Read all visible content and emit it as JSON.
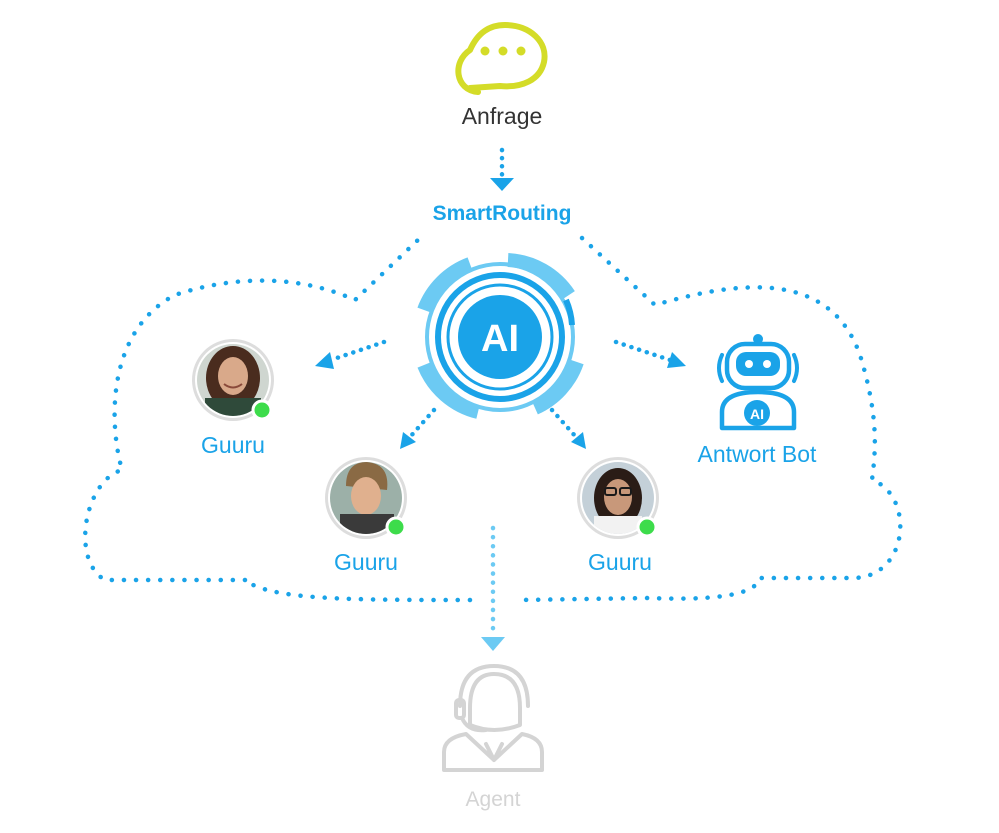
{
  "colors": {
    "primary": "#1aa3e8",
    "light_blue": "#6ccaf3",
    "request_yellow": "#d4dc28",
    "online_green": "#3ddc4b",
    "agent_gray": "#d4d4d4",
    "text_dark": "#333333"
  },
  "request": {
    "label": "Anfrage",
    "icon": "speech-bubble-icon"
  },
  "router": {
    "label": "SmartRouting",
    "badge": "AI",
    "icon": "ai-hub-icon"
  },
  "guurus": [
    {
      "label": "Guuru",
      "status": "online",
      "icon": "woman-curly-hair-avatar"
    },
    {
      "label": "Guuru",
      "status": "online",
      "icon": "young-man-avatar"
    },
    {
      "label": "Guuru",
      "status": "online",
      "icon": "woman-glasses-avatar"
    }
  ],
  "bot": {
    "label": "Antwort Bot",
    "badge": "AI",
    "icon": "robot-icon"
  },
  "agent": {
    "label": "Agent",
    "icon": "headset-agent-icon"
  }
}
